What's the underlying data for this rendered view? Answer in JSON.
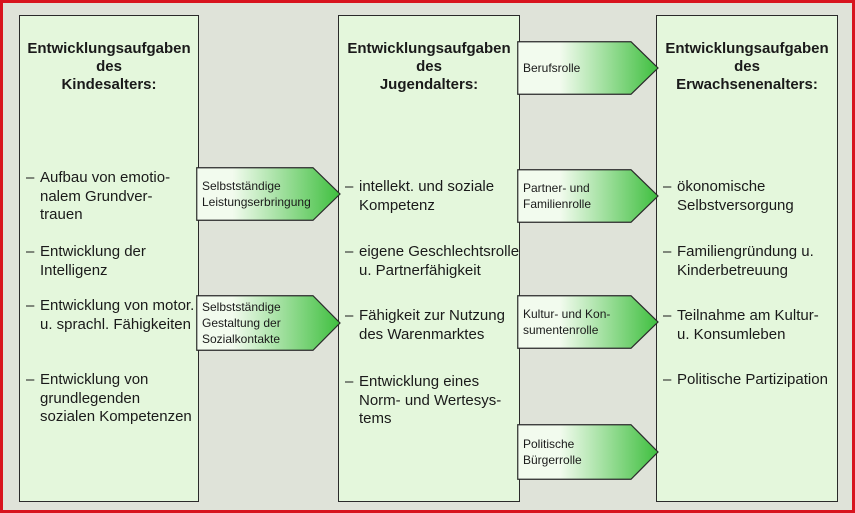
{
  "columns": [
    {
      "title": [
        "Entwicklungsaufgaben",
        "des",
        "Kindesalters:"
      ],
      "items": [
        [
          "Aufbau von emotio-",
          "nalem Grundver-",
          "trauen"
        ],
        [
          "Entwicklung der",
          "Intelligenz"
        ],
        [
          "Entwicklung von motor.",
          "u. sprachl. Fähigkeiten"
        ],
        [
          "Entwicklung von",
          "grundlegenden",
          "sozialen Kompetenzen"
        ]
      ]
    },
    {
      "title": [
        "Entwicklungsaufgaben",
        "des",
        "Jugendalters:"
      ],
      "items": [
        [
          "intellekt. und soziale",
          "Kompetenz"
        ],
        [
          "eigene Geschlechtsrolle",
          "u. Partnerfähigkeit"
        ],
        [
          "Fähigkeit zur Nutzung",
          "des Warenmarktes"
        ],
        [
          "Entwicklung eines",
          "Norm- und Wertesys-",
          "tems"
        ]
      ]
    },
    {
      "title": [
        "Entwicklungsaufgaben",
        "des",
        "Erwachsenenalters:"
      ],
      "items": [
        [
          "ökonomische",
          "Selbstversorgung"
        ],
        [
          "Familiengründung u.",
          "Kinderbetreuung"
        ],
        [
          "Teilnahme am Kultur-",
          "u. Konsumleben"
        ],
        [
          "Politische Partizipation"
        ]
      ]
    }
  ],
  "arrows_left": [
    [
      "Selbstständige",
      "Leistungserbringung"
    ],
    [
      "Selbstständige",
      "Gestaltung der",
      "Sozialkontakte"
    ]
  ],
  "arrows_right": [
    [
      "Berufsrolle"
    ],
    [
      "Partner- und",
      "Familienrolle"
    ],
    [
      "Kultur- und Kon-",
      "sumentenrolle"
    ],
    [
      "Politische",
      "Bürgerrolle"
    ]
  ],
  "colors": {
    "frame_border": "#d8141e",
    "box_fill": "#e4f7dc",
    "arrow_light": "#f2fbee",
    "arrow_dark": "#3fbf3f"
  }
}
